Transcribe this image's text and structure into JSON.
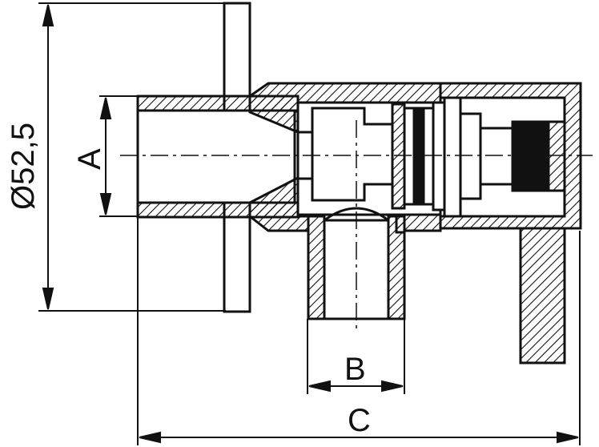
{
  "dimensions": {
    "diameter_label": "Ø52,5",
    "a_label": "A",
    "b_label": "B",
    "c_label": "C"
  },
  "colors": {
    "line": "#111111",
    "fill": "#ffffff"
  }
}
